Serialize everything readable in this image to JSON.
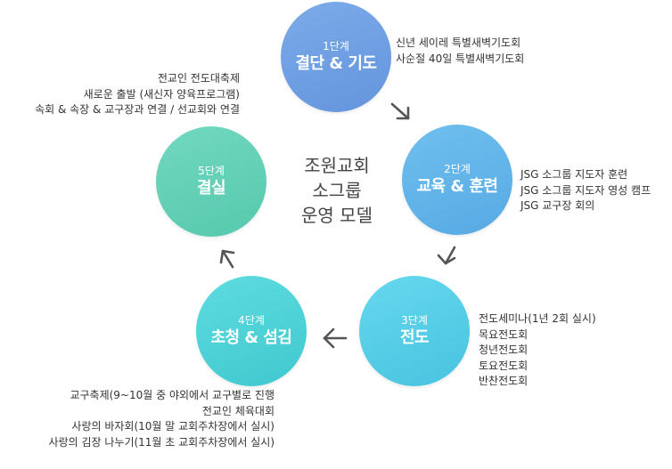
{
  "center_title": [
    "조원교회",
    "소그룹",
    "운영 모델"
  ],
  "colors": {
    "stage1": "#6d9de3",
    "stage2": "#5fb3e8",
    "stage3": "#55cfe6",
    "stage4": "#4fd4d8",
    "stage5": "#5fd0b5",
    "arrow": "#555555"
  },
  "stages": [
    {
      "step": "1단계",
      "name": "결단 & 기도",
      "items": [
        "신년 세이레 특별새벽기도회",
        "사순절 40일 특별새벽기도회"
      ]
    },
    {
      "step": "2단계",
      "name": "교육 & 훈련",
      "items": [
        "JSG 소그룹 지도자 훈련",
        "JSG 소그룹 지도자 영성 캠프",
        "JSG 교구장 회의"
      ]
    },
    {
      "step": "3단계",
      "name": "전도",
      "items": [
        "전도세미나(1년 2회 실시)",
        "목요전도회",
        "청년전도회",
        "토요전도회",
        "반찬전도회"
      ]
    },
    {
      "step": "4단계",
      "name": "초청 & 섬김",
      "items": [
        "교구축제(9~10월 중 야외에서 교구별로 진행",
        "전교인 체육대회",
        "사랑의 바자회(10월 말 교회주차장에서 실시)",
        "사랑의 김장 나누기(11월 초 교회주차장에서 실시)"
      ]
    },
    {
      "step": "5단계",
      "name": "결실",
      "items": [
        "전교인 전도대축제",
        "새로운 출발 (새신자 양육프로그램)",
        "속회 & 속장 & 교구장과 연결 / 선교회와 연결"
      ]
    }
  ]
}
